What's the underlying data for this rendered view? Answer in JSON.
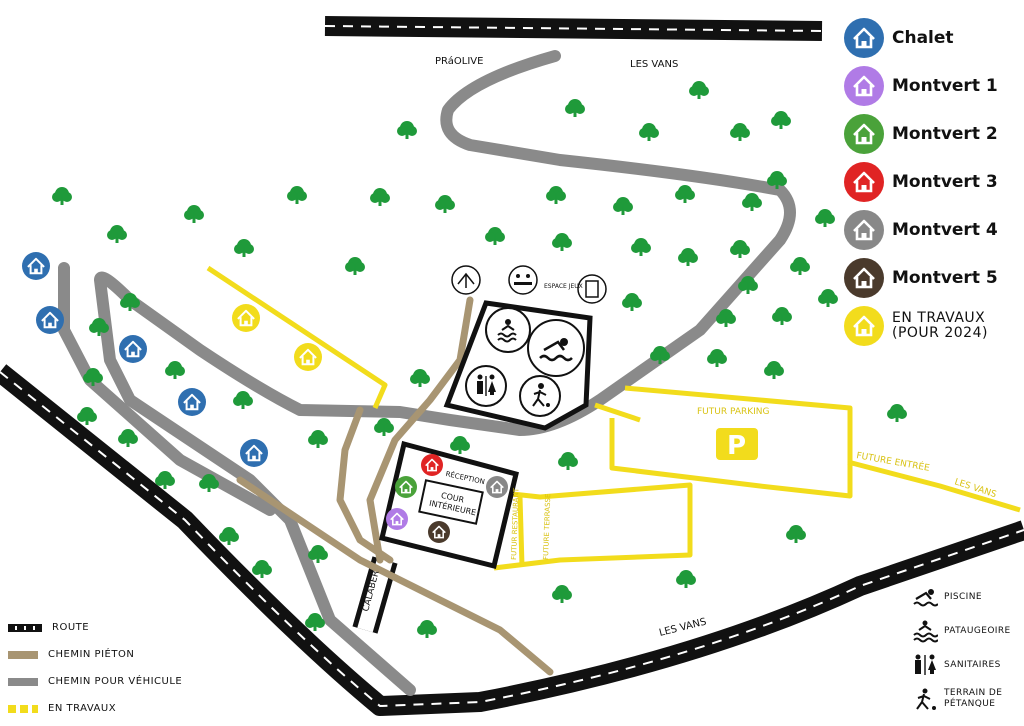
{
  "map": {
    "labels": {
      "prolive": "PRáOLIVE",
      "les_vans_top": "LES VANS",
      "les_vans_bottom": "LES VANS",
      "les_vans_right": "LES VANS",
      "future_parking": "FUTUR PARKING",
      "future_entry": "FUTURE ENTRÉE",
      "reception": "RÉCEPTION",
      "cour_line1": "COUR",
      "cour_line2": "INTÉRIEURE",
      "futur_restaurant": "FUTUR RESTAURANT",
      "futur_terrasse": "FUTURE TERRASSE",
      "calaber": "CALABER",
      "espace_jeux": "ESPACE JEUX",
      "parking_letter": "P"
    }
  },
  "legend_lodgings": [
    {
      "label": "Chalet",
      "color": "#2f6fb0",
      "icon": "house-icon"
    },
    {
      "label": "Montvert 1",
      "color": "#b07be6",
      "icon": "house-icon"
    },
    {
      "label": "Montvert 2",
      "color": "#4aa23a",
      "icon": "house-icon"
    },
    {
      "label": "Montvert 3",
      "color": "#e02424",
      "icon": "house-icon"
    },
    {
      "label": "Montvert 4",
      "color": "#888888",
      "icon": "house-icon"
    },
    {
      "label": "Montvert 5",
      "color": "#4a3a2c",
      "icon": "house-icon"
    },
    {
      "label": "EN TRAVAUX\n(POUR 2024)",
      "color": "#f2dc1c",
      "icon": "house-icon"
    }
  ],
  "legend_paths": [
    {
      "label": "ROUTE",
      "color": "#111111",
      "style": "road"
    },
    {
      "label": "CHEMIN PIÉTON",
      "color": "#a89572",
      "style": "solid"
    },
    {
      "label": "CHEMIN POUR VÉHICULE",
      "color": "#8a8a8a",
      "style": "solid"
    },
    {
      "label": "EN TRAVAUX",
      "color": "#f2dc1c",
      "style": "dashed"
    }
  ],
  "legend_facilities": [
    {
      "label": "PISCINE",
      "icon": "swimmer-icon"
    },
    {
      "label": "PATAUGEOIRE",
      "icon": "wading-pool-icon"
    },
    {
      "label": "SANITAIRES",
      "icon": "toilets-icon"
    },
    {
      "label": "TERRAIN DE\nPÉTANQUE",
      "icon": "petanque-icon"
    }
  ],
  "colors": {
    "road": "#111111",
    "pedestrian": "#a89572",
    "vehicle": "#8a8a8a",
    "works": "#f2dc1c",
    "tree": "#1f9a3a",
    "pool_outline": "#111111"
  }
}
